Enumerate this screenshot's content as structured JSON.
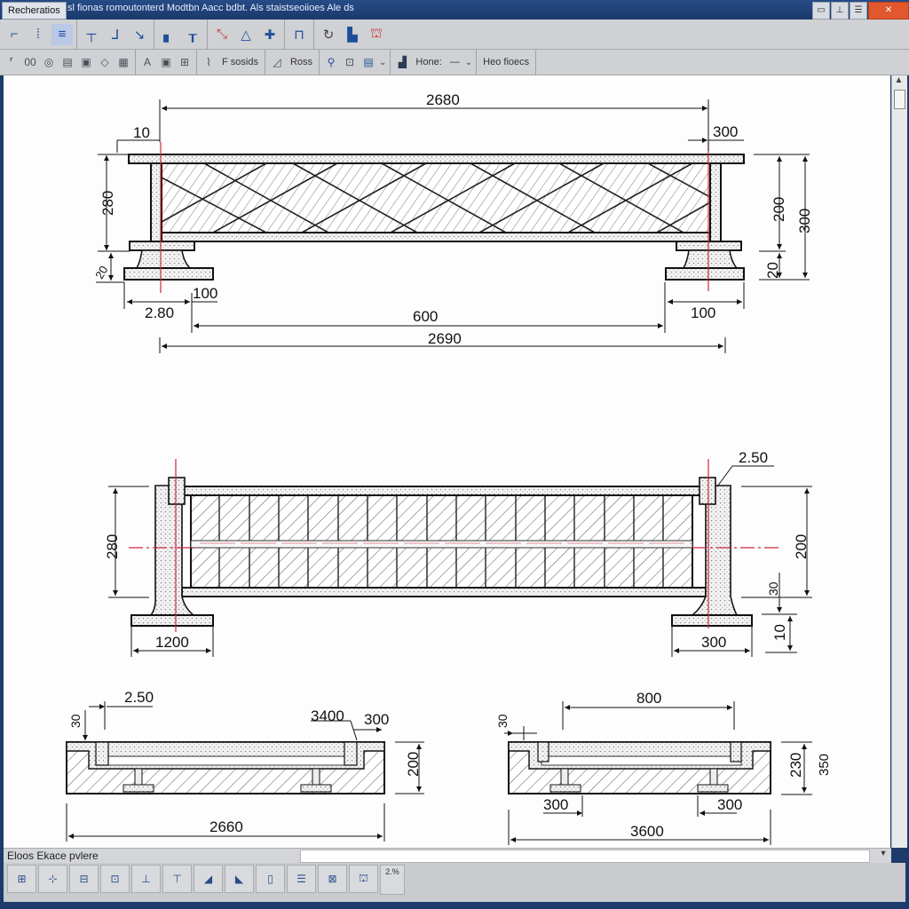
{
  "window": {
    "app_tab": "Recheratios",
    "title": "sl fionas romoutonterd Modtbn Aacc bdbt. Als staistseoiioes Ale ds",
    "controls": {
      "minimize": "▭",
      "pin": "⊥",
      "maximize": "☰",
      "close": "✕"
    }
  },
  "toolbar_top": {
    "groups": [
      [
        "line-icon",
        "polyline-icon",
        "stairs-icon"
      ],
      [
        "beam-icon",
        "ramp-icon",
        "ramp2-icon"
      ],
      [
        "column-icon",
        "pier-icon"
      ],
      [
        "connect-icon",
        "triangle-icon",
        "cross-icon"
      ],
      [
        "frame-icon"
      ],
      [
        "rotate-icon",
        "building-icon",
        "lock-icon"
      ]
    ],
    "glyphs": [
      "⌐",
      "⁞",
      "≡",
      "┬",
      "⅃",
      "↘",
      "▖",
      "┰",
      "⤡",
      "△",
      "✚",
      "⊓",
      "↻",
      "▙",
      "⛫"
    ]
  },
  "toolbar_second": {
    "icons": [
      "⸢",
      "00",
      "◎",
      "▤",
      "▣",
      "◇",
      "▦"
    ],
    "text_tool": "A",
    "fsosids_label": "F sosids",
    "ross_label": "Ross",
    "hone_label": "Hone:",
    "hone_value": "—",
    "heo_label": "Heo fioecs"
  },
  "drawing": {
    "view1": {
      "top_overall": "2680",
      "left_offset": "10",
      "right_offset": "300",
      "left_height": "280",
      "right_height_inner": "200",
      "right_height_total": "300",
      "right_base": "20",
      "left_base": "20",
      "left_base_width": "2.80",
      "left_gap": "100",
      "right_base_width": "100",
      "mid_span": "600",
      "bottom_overall": "2690"
    },
    "view2": {
      "leader_label": "2.50",
      "left_height": "280",
      "right_height": "200",
      "right_small": "30",
      "right_base": "10",
      "left_base_width": "1200",
      "right_base_width": "300"
    },
    "view3": {
      "left_small": "30",
      "leader_label": "2.50",
      "right_leader": "3400",
      "right_offset": "300",
      "height": "200",
      "overall": "2660"
    },
    "view4": {
      "top_span": "800",
      "left_small": "30",
      "height_inner": "230",
      "height_total": "350",
      "left_foot": "300",
      "right_foot": "300",
      "overall": "3600"
    }
  },
  "statusbar": {
    "label": "Eloos Ekace pvlere",
    "command_value": "",
    "dropdown": "▾"
  },
  "bottom_toolbar": {
    "buttons": [
      "⊞",
      "⊹",
      "⊟",
      "⊡",
      "⊥",
      "⊤",
      "◢",
      "◣",
      "▯",
      "☰",
      "⊠",
      "⛫"
    ],
    "zoom_text": "2.%"
  },
  "colors": {
    "titlebar": "#1d3b6b",
    "toolbar": "#cfd1d4",
    "canvas": "#fdfdfd",
    "centerline": "#d0283c",
    "close": "#e2572e"
  }
}
